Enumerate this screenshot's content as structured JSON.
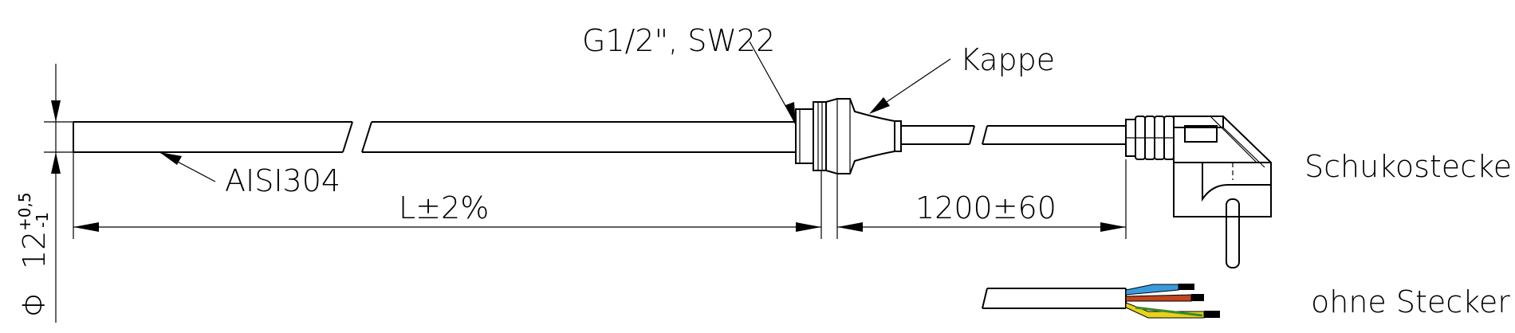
{
  "labels": {
    "thread": "G1/2\", SW22",
    "cap": "Kappe",
    "material": "AISI304",
    "length": "L±2%",
    "cable_length": "1200±60",
    "plug": "Schukostecker",
    "no_plug": "ohne Stecker",
    "diameter_symbol": "Φ",
    "diameter_value": "12",
    "tol_upper": "+0,5",
    "tol_lower": "-1"
  },
  "colors": {
    "line": "#000000",
    "wire_blue": "#3a9bdc",
    "wire_brown": "#c0461e",
    "wire_green": "#3a8a2e",
    "wire_yellow": "#e8d21a"
  }
}
